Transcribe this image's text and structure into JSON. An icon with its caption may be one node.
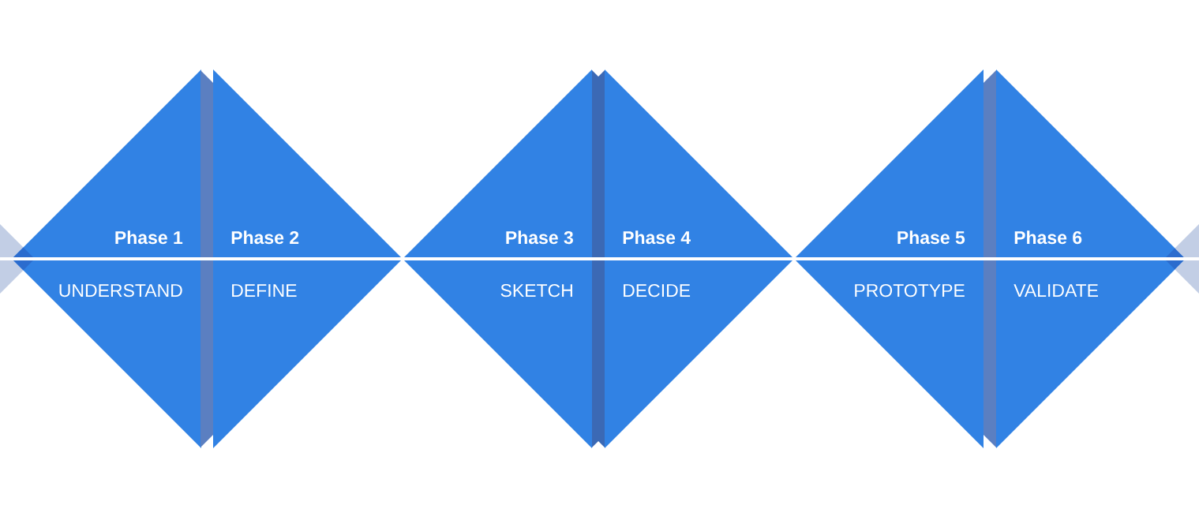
{
  "diagram": {
    "nodes": [
      {
        "text": [],
        "shape": "triangle"
      },
      {
        "text": [
          "Phase 1",
          "UNDERSTAND"
        ]
      },
      {
        "text": [
          "Phase 2",
          "DEFINE"
        ]
      },
      {
        "text": [
          "Phase 3",
          "SKETCH"
        ]
      },
      {
        "text": [
          "Phase 4",
          "DECIDE"
        ]
      },
      {
        "text": [
          "Phase 5",
          "PROTOTYPE"
        ]
      },
      {
        "text": [
          "Phase 6",
          "VALIDATE"
        ]
      },
      {
        "text": [],
        "shape": "triangle"
      }
    ]
  }
}
